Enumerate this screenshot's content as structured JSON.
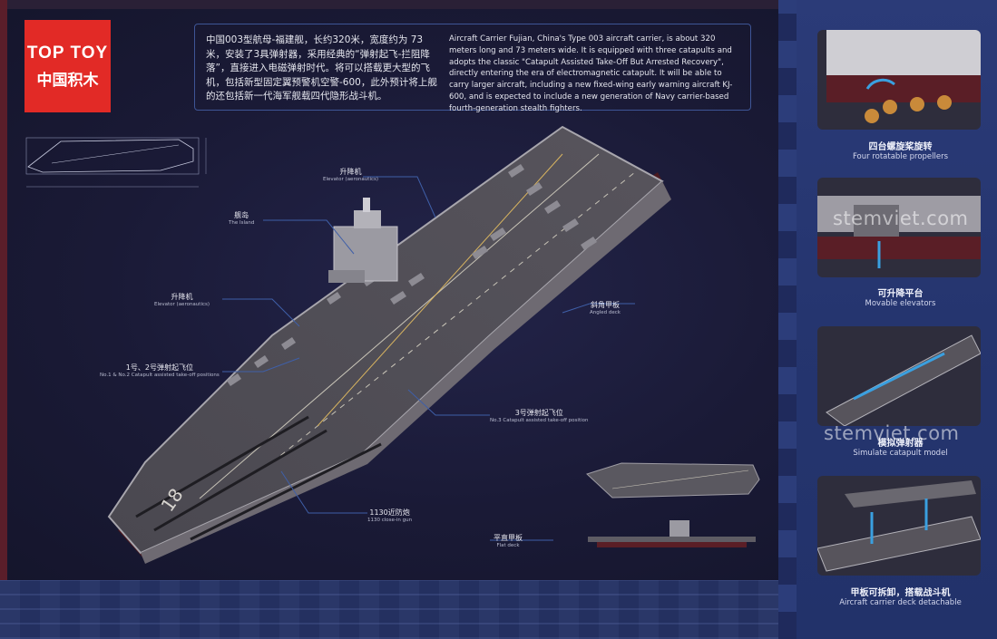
{
  "logo": {
    "brand": "TOP TOY",
    "brand_zh": "中国积木"
  },
  "description": {
    "zh": "中国003型航母-福建舰，长约320米，宽度约为 73 米，安装了3具弹射器，采用经典的“弹射起飞-拦阻降落”，直接进入电磁弹射时代。将可以搭载更大型的飞机，包括新型固定翼预警机空警-600，此外预计将上舰的还包括新一代海军舰载四代隐形战斗机。",
    "en": "Aircraft Carrier Fujian, China's Type 003 aircraft carrier, is about 320 meters long and 73 meters wide. It is equipped with three catapults and adopts the classic \"Catapult Assisted Take-Off But Arrested Recovery\", directly entering the era of electromagnetic catapult. It will be able to carry larger aircraft, including a new fixed-wing early warning aircraft KJ-600, and is expected to include a new generation of Navy carrier-based fourth-generation stealth fighters."
  },
  "callouts": {
    "elevator_top": {
      "zh": "升降机",
      "en": "Elevator (aeronautics)"
    },
    "island": {
      "zh": "舰岛",
      "en": "The Island"
    },
    "elevator_side": {
      "zh": "升降机",
      "en": "Elevator (aeronautics)"
    },
    "angled_deck": {
      "zh": "斜角甲板",
      "en": "Angled deck"
    },
    "catapult12": {
      "zh": "1号、2号弹射起飞位",
      "en": "No.1 & No.2 Catapult assisted take-off positions"
    },
    "catapult3": {
      "zh": "3号弹射起飞位",
      "en": "No.3 Catapult assisted take-off position"
    },
    "ciws": {
      "zh": "1130近防炮",
      "en": "1130 close-in gun"
    },
    "flat_deck": {
      "zh": "平直甲板",
      "en": "Flat deck"
    }
  },
  "features": [
    {
      "zh": "四台螺旋桨旋转",
      "en": "Four rotatable propellers"
    },
    {
      "zh": "可升降平台",
      "en": "Movable elevators"
    },
    {
      "zh": "模拟弹射器",
      "en": "Simulate catapult model"
    },
    {
      "zh": "甲板可拆卸，搭载战斗机",
      "en": "Aircraft carrier deck detachable"
    }
  ],
  "hull_number": "18",
  "watermark": "stemviet.com",
  "colors": {
    "logo_red": "#e22a26",
    "background": "#1a1a36",
    "panel_blue": "#2b3b78"
  }
}
